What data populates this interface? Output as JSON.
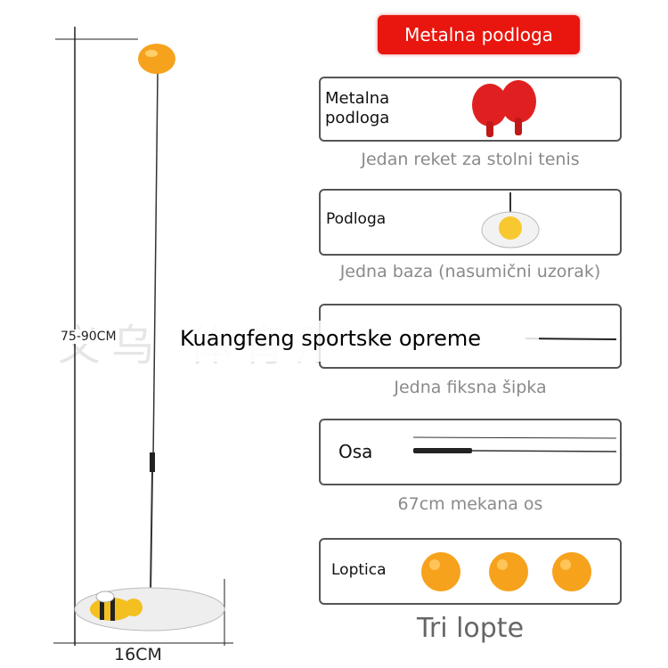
{
  "header": {
    "badge_label": "Metalna podloga"
  },
  "dimensions": {
    "height_label": "75-90CM",
    "width_label": "16CM"
  },
  "watermark": {
    "text": "义乌      体育用品厂"
  },
  "overlay": {
    "title": "Kuangfeng sportske opreme"
  },
  "items": [
    {
      "label_line1": "Metalna",
      "label_line2": "podloga",
      "caption": "Jedan reket za stolni tenis"
    },
    {
      "label": "Podloga",
      "caption": "Jedna baza (nasumični uzorak)"
    },
    {
      "caption": "Jedna fiksna šipka"
    },
    {
      "label": "Osa",
      "caption": "67cm mekana os"
    },
    {
      "label": "Loptica",
      "caption": "Tri lopte"
    }
  ],
  "colors": {
    "badge": "#e8160e",
    "ball": "#f7a21c",
    "paddle": "#e02020",
    "card_border": "#555555",
    "caption": "#8a8a8a"
  }
}
